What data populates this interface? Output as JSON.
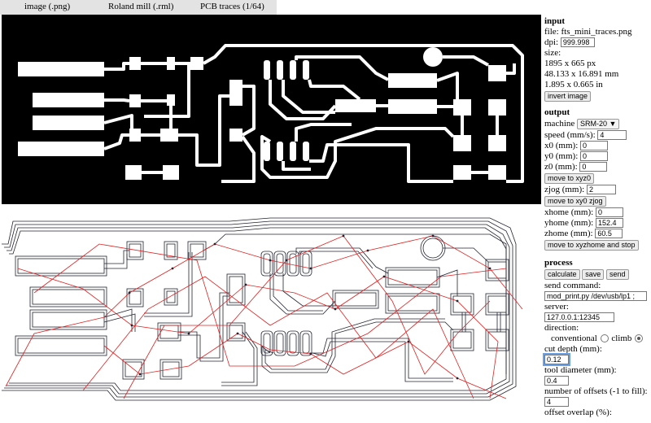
{
  "tabs": [
    "image (.png)",
    "Roland mill (.rml)",
    "PCB traces (1/64)"
  ],
  "input": {
    "heading": "input",
    "file_label": "file:",
    "file_name": "fts_mini_traces.png",
    "dpi_label": "dpi:",
    "dpi_value": "999.998",
    "size_label": "size:",
    "size_px": "1895 x 665 px",
    "size_mm": "48.133 x 16.891 mm",
    "size_in": "1.895 x 0.665 in",
    "invert_button": "invert image"
  },
  "output": {
    "heading": "output",
    "machine_label": "machine",
    "machine_value": "SRM-20",
    "speed_label": "speed (mm/s):",
    "speed_value": "4",
    "x0_label": "x0 (mm):",
    "x0_value": "0",
    "y0_label": "y0 (mm):",
    "y0_value": "0",
    "z0_label": "z0 (mm):",
    "z0_value": "0",
    "move_xyz0_button": "move to xyz0",
    "zjog_label": "zjog (mm):",
    "zjog_value": "2",
    "move_xy0_zjog_button": "move to xy0 zjog",
    "xhome_label": "xhome (mm):",
    "xhome_value": "0",
    "yhome_label": "yhome (mm):",
    "yhome_value": "152.4",
    "zhome_label": "zhome (mm):",
    "zhome_value": "60.5",
    "move_home_button": "move to xyzhome and stop"
  },
  "process": {
    "heading": "process",
    "calculate_button": "calculate",
    "save_button": "save",
    "send_button": "send",
    "send_command_label": "send command:",
    "send_command_value": "mod_print.py /dev/usb/lp1 ;",
    "server_label": "server:",
    "server_value": "127.0.0.1:12345",
    "direction_label": "direction:",
    "conventional_label": "conventional",
    "climb_label": "climb",
    "cut_depth_label": "cut depth (mm):",
    "cut_depth_value": "0.12",
    "tool_diameter_label": "tool diameter (mm):",
    "tool_diameter_value": "0.4",
    "offsets_label": "number of offsets (-1 to fill):",
    "offsets_value": "4",
    "overlap_label": "offset overlap (%):"
  }
}
